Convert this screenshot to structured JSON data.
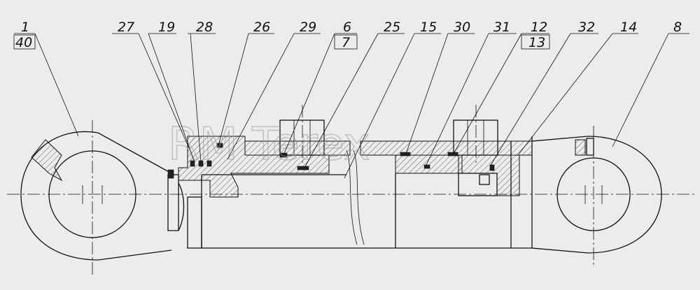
{
  "diagram": {
    "callouts": [
      {
        "id": "c1",
        "label": "1"
      },
      {
        "id": "c40",
        "label": "40"
      },
      {
        "id": "c27",
        "label": "27"
      },
      {
        "id": "c19",
        "label": "19"
      },
      {
        "id": "c28",
        "label": "28"
      },
      {
        "id": "c26",
        "label": "26"
      },
      {
        "id": "c29",
        "label": "29"
      },
      {
        "id": "c6",
        "label": "6"
      },
      {
        "id": "c7",
        "label": "7"
      },
      {
        "id": "c25",
        "label": "25"
      },
      {
        "id": "c15",
        "label": "15"
      },
      {
        "id": "c30",
        "label": "30"
      },
      {
        "id": "c31",
        "label": "31"
      },
      {
        "id": "c12",
        "label": "12"
      },
      {
        "id": "c13",
        "label": "13"
      },
      {
        "id": "c32",
        "label": "32"
      },
      {
        "id": "c14",
        "label": "14"
      },
      {
        "id": "c8",
        "label": "8"
      }
    ],
    "watermark": "RM Terex"
  }
}
